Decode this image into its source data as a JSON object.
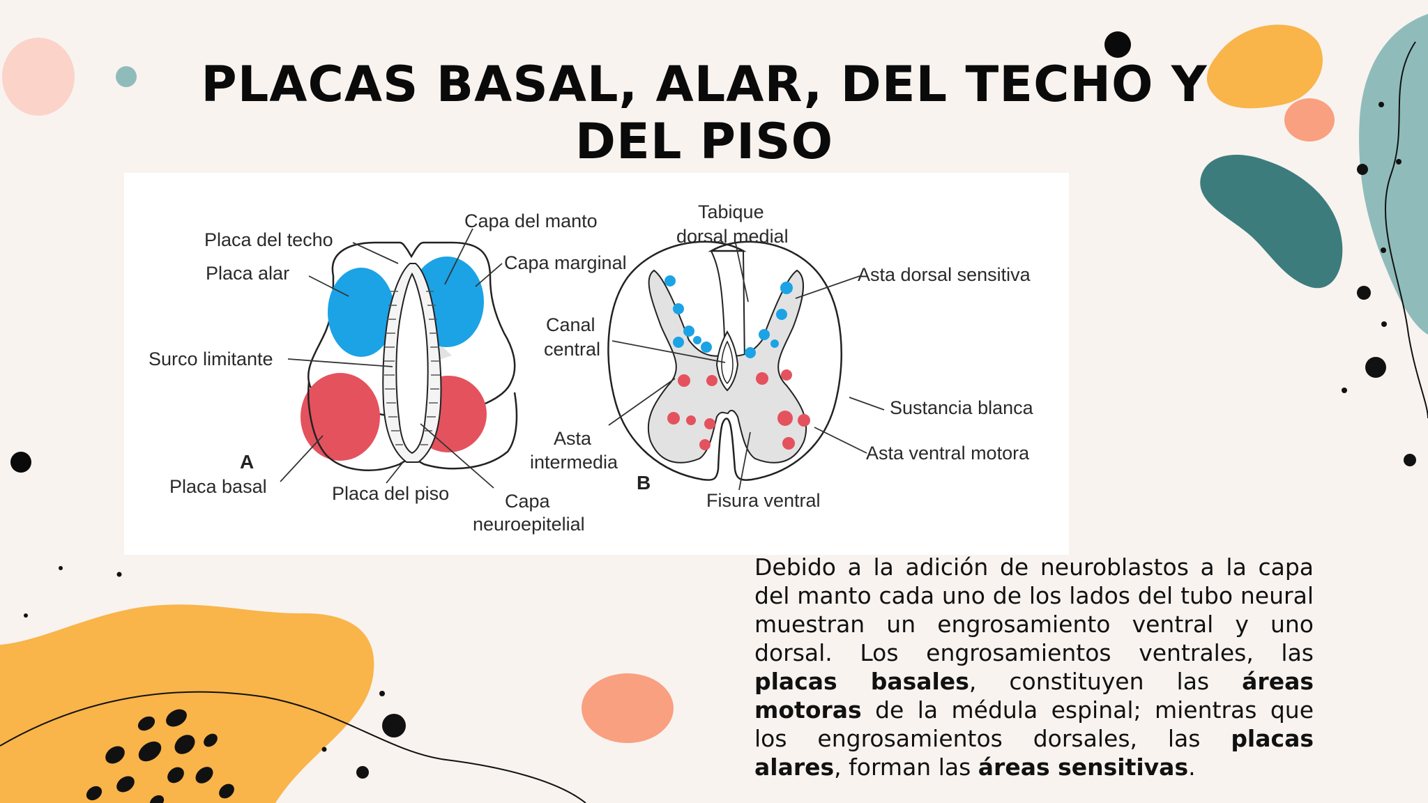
{
  "slide": {
    "title": "PLACAS BASAL, ALAR, DEL TECHO Y DEL PISO",
    "body": [
      {
        "text": "Debido a la adición de neuroblastos a la capa del manto cada uno de los lados del tubo neural muestran un engrosamiento ventral y uno dorsal. Los engrosamientos ventrales, las ",
        "bold": false
      },
      {
        "text": "placas basales",
        "bold": true
      },
      {
        "text": ", constituyen las ",
        "bold": false
      },
      {
        "text": "áreas motoras",
        "bold": true
      },
      {
        "text": " de la médula espinal; mientras que los engrosamientos dorsales, las ",
        "bold": false
      },
      {
        "text": "placas alares",
        "bold": true
      },
      {
        "text": ", forman las ",
        "bold": false
      },
      {
        "text": "áreas sensitivas",
        "bold": true
      },
      {
        "text": ".",
        "bold": false
      }
    ]
  },
  "figure": {
    "panel_a": {
      "letter": "A",
      "labels": {
        "placa_techo": "Placa del techo",
        "placa_alar": "Placa alar",
        "surco_limitante": "Surco limitante",
        "placa_basal": "Placa basal",
        "placa_piso": "Placa del piso",
        "capa_manto": "Capa del manto",
        "capa_marginal": "Capa marginal",
        "capa_neuro_1": "Capa",
        "capa_neuro_2": "neuroepitelial"
      }
    },
    "panel_b": {
      "letter": "B",
      "labels": {
        "tabique_1": "Tabique",
        "tabique_2": "dorsal medial",
        "canal_1": "Canal",
        "canal_2": "central",
        "asta_int_1": "Asta",
        "asta_int_2": "intermedia",
        "asta_dorsal": "Asta dorsal sensitiva",
        "sustancia": "Sustancia blanca",
        "asta_ventral": "Asta ventral motora",
        "fisura": "Fisura ventral"
      }
    },
    "colors": {
      "alar": "#1ba3e6",
      "basal": "#e4525e",
      "grey_matter": "#e2e2e2"
    }
  },
  "theme": {
    "background": "#f8f3ef",
    "orange": "#f9b44a",
    "teal_dark": "#3d7c7d",
    "teal_light": "#8fbcba",
    "salmon": "#f9a080",
    "pink": "#fbd3c9"
  }
}
